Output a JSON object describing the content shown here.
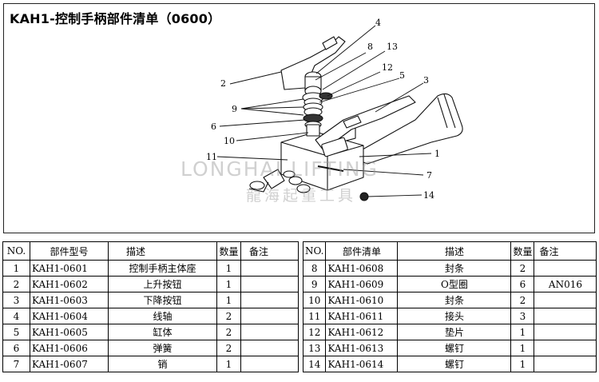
{
  "title": {
    "code": "KAH1-",
    "text": "控制手柄部件清单",
    "number": "（0600）"
  },
  "watermark": {
    "en": "LONGHAI LIFTING",
    "cn": "龍海起重工具"
  },
  "callouts": [
    "1",
    "2",
    "3",
    "4",
    "5",
    "6",
    "8",
    "9",
    "10",
    "11",
    "12",
    "13",
    "14",
    "7"
  ],
  "table_left": {
    "headers": [
      "NO.",
      "部件型号",
      "描述",
      "数量",
      "备注"
    ],
    "rows": [
      {
        "no": "1",
        "part": "KAH1-0601",
        "desc": "控制手柄主体座",
        "qty": "1",
        "note": ""
      },
      {
        "no": "2",
        "part": "KAH1-0602",
        "desc": "上升按钮",
        "qty": "1",
        "note": ""
      },
      {
        "no": "3",
        "part": "KAH1-0603",
        "desc": "下降按钮",
        "qty": "1",
        "note": ""
      },
      {
        "no": "4",
        "part": "KAH1-0604",
        "desc": "线轴",
        "qty": "2",
        "note": ""
      },
      {
        "no": "5",
        "part": "KAH1-0605",
        "desc": "缸体",
        "qty": "2",
        "note": ""
      },
      {
        "no": "6",
        "part": "KAH1-0606",
        "desc": "弹簧",
        "qty": "2",
        "note": ""
      },
      {
        "no": "7",
        "part": "KAH1-0607",
        "desc": "销",
        "qty": "1",
        "note": ""
      }
    ]
  },
  "table_right": {
    "headers": [
      "NO.",
      "部件清单",
      "描述",
      "数量",
      "备注"
    ],
    "rows": [
      {
        "no": "8",
        "part": "KAH1-0608",
        "desc": "封条",
        "qty": "2",
        "note": ""
      },
      {
        "no": "9",
        "part": "KAH1-0609",
        "desc": "O型圈",
        "qty": "6",
        "note": "AN016"
      },
      {
        "no": "10",
        "part": "KAH1-0610",
        "desc": "封条",
        "qty": "2",
        "note": ""
      },
      {
        "no": "11",
        "part": "KAH1-0611",
        "desc": "接头",
        "qty": "3",
        "note": ""
      },
      {
        "no": "12",
        "part": "KAH1-0612",
        "desc": "垫片",
        "qty": "1",
        "note": ""
      },
      {
        "no": "13",
        "part": "KAH1-0613",
        "desc": "螺钉",
        "qty": "1",
        "note": ""
      },
      {
        "no": "14",
        "part": "KAH1-0614",
        "desc": "螺钉",
        "qty": "1",
        "note": ""
      }
    ]
  }
}
